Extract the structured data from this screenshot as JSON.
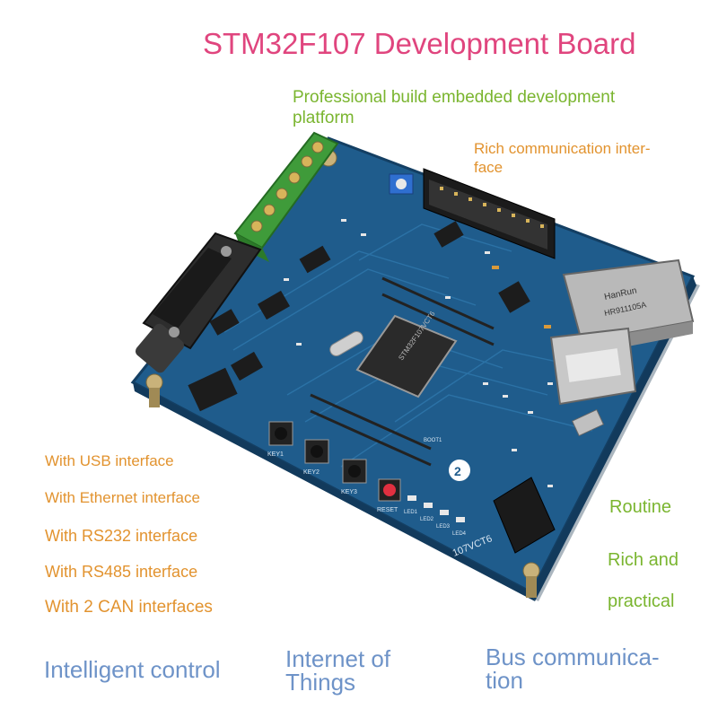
{
  "title": "STM32F107 Development Board",
  "features_top": {
    "professional_line1": "Professional build embedded development",
    "professional_line2": "platform",
    "rich_comm_line1": "Rich communication inter-",
    "rich_comm_line2": "face"
  },
  "interfaces": [
    "With USB interface",
    "With Ethernet interface",
    "With RS232 interface",
    "With RS485 interface",
    "With 2 CAN interfaces"
  ],
  "right_labels": {
    "routine": "Routine",
    "rich_and": "Rich and",
    "practical": "practical"
  },
  "bottom_labels": {
    "intelligent_control": "Intelligent control",
    "iot_line1": "Internet of",
    "iot_line2": "Things",
    "bus_line1": "Bus communica-",
    "bus_line2": "tion"
  },
  "board_marks": {
    "rj45_brand": "HanRun",
    "rj45_model": "HR911105A",
    "chip_label": "STM32F107VCT6",
    "model_print": "107VCT6",
    "keys": [
      "KEY1",
      "KEY2",
      "KEY3"
    ],
    "reset": "RESET",
    "leds": [
      "LED1",
      "LED2",
      "LED3",
      "LED4"
    ],
    "boot": "BOOT1"
  },
  "colors": {
    "title": "#e0457e",
    "green": "#7ab52f",
    "orange": "#e2932f",
    "blue": "#6e93c8",
    "pcb": "#1f5c8c"
  }
}
